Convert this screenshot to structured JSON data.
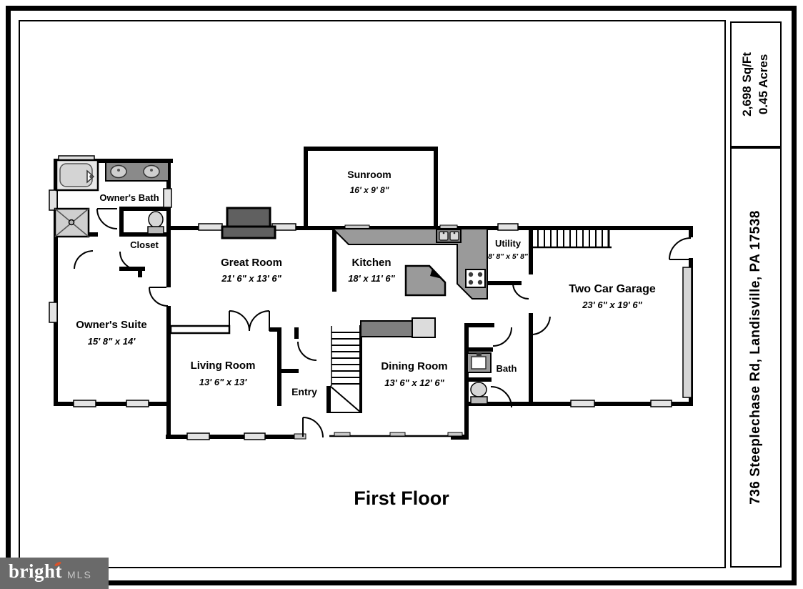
{
  "title": "First Floor",
  "sidebar": {
    "area": "2,698 Sq/Ft",
    "lot": "0.45 Acres",
    "address": "736 Steeplechase Rd, Landisville, PA 17538"
  },
  "logo": {
    "brand": "bright",
    "suffix": "MLS"
  },
  "rooms": [
    {
      "name": "Owner's Bath",
      "dims": ""
    },
    {
      "name": "Closet",
      "dims": ""
    },
    {
      "name": "Owner's Suite",
      "dims": "15' 8\" x 14'"
    },
    {
      "name": "Great Room",
      "dims": "21' 6\" x 13' 6\""
    },
    {
      "name": "Sunroom",
      "dims": "16' x 9' 8\""
    },
    {
      "name": "Kitchen",
      "dims": "18' x 11' 6\""
    },
    {
      "name": "Utility",
      "dims": "8' 8\" x 5' 8\""
    },
    {
      "name": "Two Car Garage",
      "dims": "23' 6\" x 19' 6\""
    },
    {
      "name": "Living Room",
      "dims": "13' 6\" x 13'"
    },
    {
      "name": "Entry",
      "dims": ""
    },
    {
      "name": "Dining Room",
      "dims": "13' 6\" x 12' 6\""
    },
    {
      "name": "Bath",
      "dims": ""
    }
  ],
  "fixtures": [
    "bathtub",
    "double-vanity-sinks",
    "shower",
    "toilet",
    "kitchen-sink",
    "stove",
    "kitchen-island",
    "fireplace",
    "dining-counter",
    "bath-sink",
    "garage-door",
    "stairs",
    "railing",
    "windows",
    "door-swings"
  ],
  "colors": {
    "wall": "#000000",
    "counter_gray": "#9a9a9a",
    "fixture_gray": "#d4d4d4",
    "logo_bg": "#6a6a6a",
    "logo_accent": "#d9532b"
  }
}
